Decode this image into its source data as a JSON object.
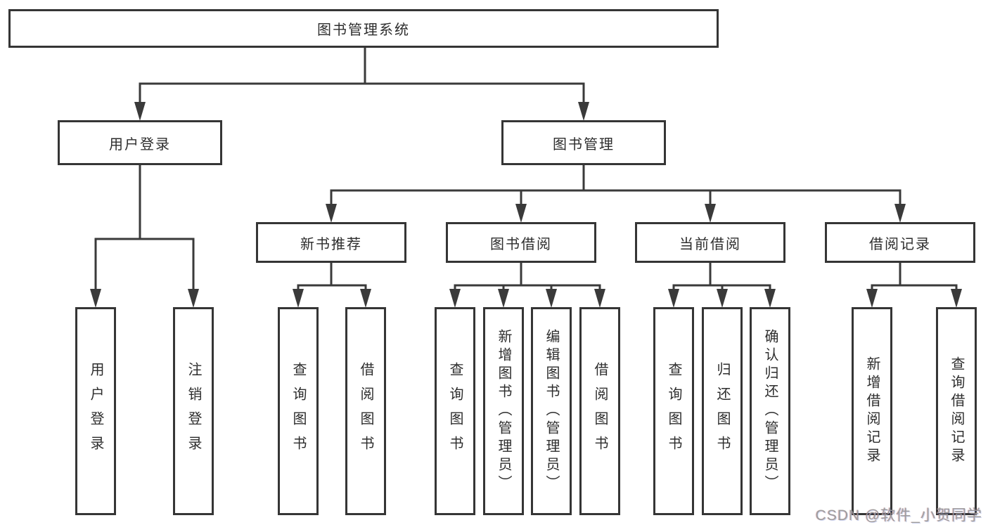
{
  "tree": {
    "root": "图书管理系统",
    "children": [
      {
        "label": "用户登录",
        "children": [
          {
            "label": "用户登录"
          },
          {
            "label": "注销登录"
          }
        ]
      },
      {
        "label": "图书管理",
        "children": [
          {
            "label": "新书推荐",
            "children": [
              {
                "label": "查询图书"
              },
              {
                "label": "借阅图书"
              }
            ]
          },
          {
            "label": "图书借阅",
            "children": [
              {
                "label": "查询图书"
              },
              {
                "label": "新增图书（管理员）"
              },
              {
                "label": "编辑图书（管理员）"
              },
              {
                "label": "借阅图书"
              }
            ]
          },
          {
            "label": "当前借阅",
            "children": [
              {
                "label": "查询图书"
              },
              {
                "label": "归还图书"
              },
              {
                "label": "确认归还（管理员）"
              }
            ]
          },
          {
            "label": "借阅记录",
            "children": [
              {
                "label": "新增借阅记录"
              },
              {
                "label": "查询借阅记录"
              }
            ]
          }
        ]
      }
    ]
  },
  "watermark": {
    "text": "CSDN @软件_小贺同学"
  },
  "colors": {
    "line": "#3a3a3a",
    "box_border": "#353535",
    "text": "#2d2d2d",
    "watermark": "#989898",
    "background": "#ffffff"
  }
}
